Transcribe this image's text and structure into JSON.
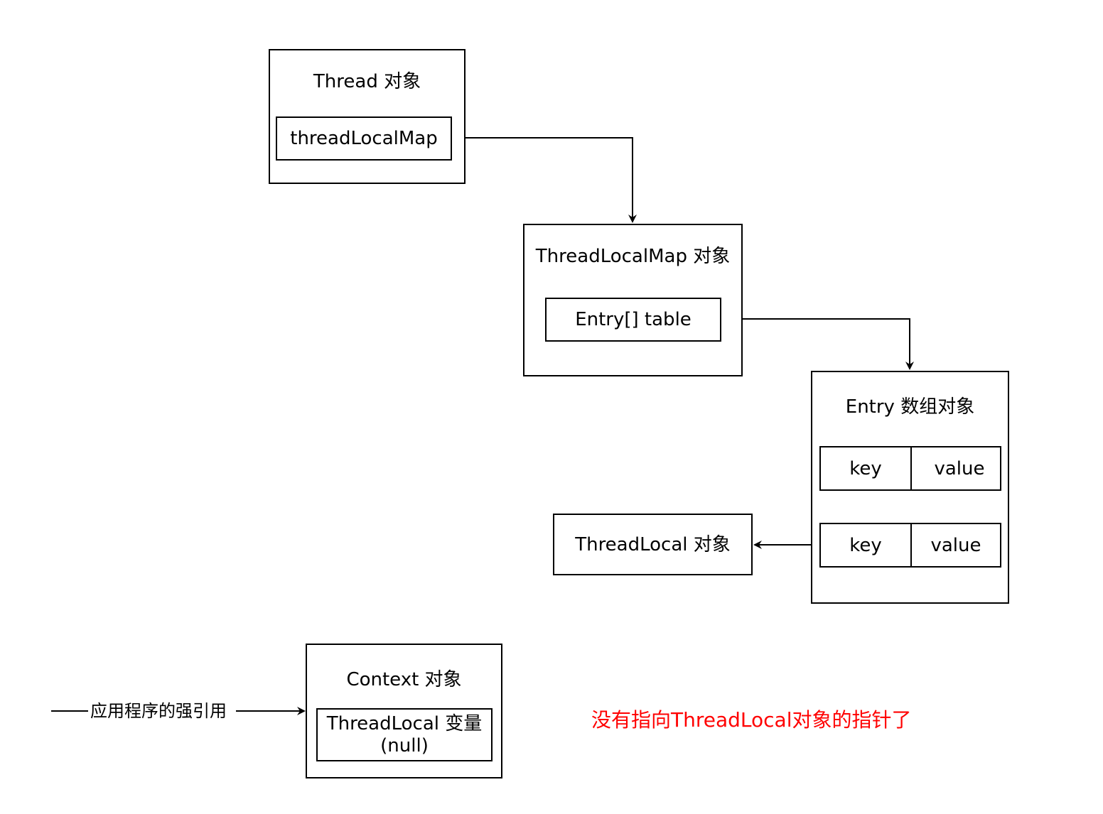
{
  "thread": {
    "title": "Thread 对象",
    "field": "threadLocalMap"
  },
  "thread_local_map": {
    "title": "ThreadLocalMap 对象",
    "field": "Entry[] table"
  },
  "entry_array": {
    "title": "Entry 数组对象",
    "rows": [
      {
        "key": "key",
        "value": "value"
      },
      {
        "key": "key",
        "value": "value"
      }
    ]
  },
  "thread_local_obj": {
    "title": "ThreadLocal 对象"
  },
  "context": {
    "title": "Context 对象",
    "field_line1": "ThreadLocal 变量",
    "field_line2": "(null)"
  },
  "strong_ref_label": "应用程序的强引用",
  "note": "没有指向ThreadLocal对象的指针了",
  "colors": {
    "stroke": "#000000",
    "note": "#ff0000"
  }
}
